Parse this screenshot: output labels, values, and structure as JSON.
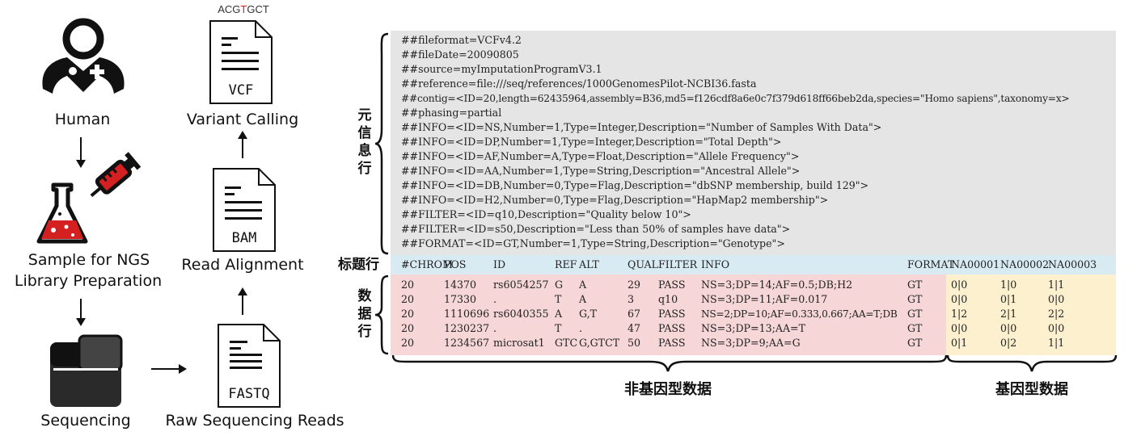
{
  "workflow": {
    "human_label": "Human",
    "sample_label_line1": "Sample for NGS",
    "sample_label_line2": "Library Preparation",
    "sequencing_label": "Sequencing",
    "raw_reads_label": "Raw Sequencing Reads",
    "read_alignment_label": "Read Alignment",
    "variant_calling_label": "Variant Calling",
    "fastq_doc": "FASTQ",
    "bam_doc": "BAM",
    "vcf_doc": "VCF",
    "seq_prefix": "ACG",
    "seq_variant": "T",
    "seq_suffix": "GCT",
    "variant_color": "#d42020"
  },
  "vcf": {
    "meta_lines": [
      "##fileformat=VCFv4.2",
      "##fileDate=20090805",
      "##source=myImputationProgramV3.1",
      "##reference=file:///seq/references/1000GenomesPilot-NCBI36.fasta",
      "##contig=<ID=20,length=62435964,assembly=B36,md5=f126cdf8a6e0c7f379d618ff66beb2da,species=\"Homo sapiens\",taxonomy=x>",
      "##phasing=partial",
      "##INFO=<ID=NS,Number=1,Type=Integer,Description=\"Number of Samples With Data\">",
      "##INFO=<ID=DP,Number=1,Type=Integer,Description=\"Total Depth\">",
      "##INFO=<ID=AF,Number=A,Type=Float,Description=\"Allele Frequency\">",
      "##INFO=<ID=AA,Number=1,Type=String,Description=\"Ancestral Allele\">",
      "##INFO=<ID=DB,Number=0,Type=Flag,Description=\"dbSNP membership, build 129\">",
      "##INFO=<ID=H2,Number=0,Type=Flag,Description=\"HapMap2 membership\">",
      "##FILTER=<ID=q10,Description=\"Quality below 10\">",
      "##FILTER=<ID=s50,Description=\"Less than 50% of samples have data\">",
      "##FORMAT=<ID=GT,Number=1,Type=String,Description=\"Genotype\">"
    ],
    "header": [
      "#CHROM",
      "POS",
      "ID",
      "REF",
      "ALT",
      "QUAL",
      "FILTER",
      "INFO",
      "FORMAT",
      "NA00001",
      "NA00002",
      "NA00003"
    ],
    "rows": [
      [
        "20",
        "14370",
        "rs6054257",
        "G",
        "A",
        "29",
        "PASS",
        "NS=3;DP=14;AF=0.5;DB;H2",
        "GT",
        "0|0",
        "1|0",
        "1|1"
      ],
      [
        "20",
        "17330",
        ".",
        "T",
        "A",
        "3",
        "q10",
        "NS=3;DP=11;AF=0.017",
        "GT",
        "0|0",
        "0|1",
        "0|0"
      ],
      [
        "20",
        "1110696",
        "rs6040355",
        "A",
        "G,T",
        "67",
        "PASS",
        "NS=2;DP=10;AF=0.333,0.667;AA=T;DB",
        "GT",
        "1|2",
        "2|1",
        "2|2"
      ],
      [
        "20",
        "1230237",
        ".",
        "T",
        ".",
        "47",
        "PASS",
        "NS=3;DP=13;AA=T",
        "GT",
        "0|0",
        "0|0",
        "0|0"
      ],
      [
        "20",
        "1234567",
        "microsat1",
        "GTC",
        "G,GTCT",
        "50",
        "PASS",
        "NS=3;DP=9;AA=G",
        "GT",
        "0|1",
        "0|2",
        "1|1"
      ]
    ],
    "meta_side_label": "元信息行",
    "header_side_label": "标题行",
    "data_side_label": "数据行",
    "non_genotype_label": "非基因型数据",
    "genotype_label": "基因型数据",
    "colors": {
      "meta_bg": "#e5e5e5",
      "header_bg": "#d8eaf2",
      "data_bg": "#f6d6d6",
      "genotype_bg": "#fdf0cf"
    }
  }
}
